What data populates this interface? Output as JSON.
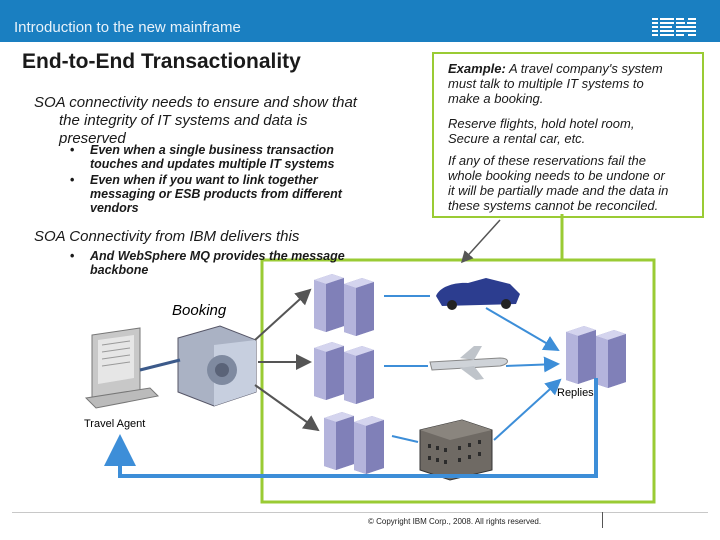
{
  "header": {
    "title": "Introduction to the new mainframe",
    "logo_text": "IBM"
  },
  "slide": {
    "title": "End-to-End Transactionality",
    "bullet1_line1": "SOA connectivity needs to ensure and show that",
    "bullet1_line2": "the integrity of IT systems and data is",
    "bullet1_line3": "preserved",
    "sub1_line1": "Even when a single business transaction",
    "sub1_line2": "touches and updates multiple IT systems",
    "sub2_line1": "Even when if you want to link together",
    "sub2_line2": "messaging or ESB products from different",
    "sub2_line3": "vendors",
    "bullet2": "SOA Connectivity from IBM delivers this",
    "sub3_line1": "And WebSphere MQ provides the message",
    "sub3_line2": "backbone"
  },
  "callout": {
    "p1_label": "Example:",
    "p1_line1": "A travel company's system",
    "p1_line2": "must talk to multiple IT systems to",
    "p1_line3": "make a booking.",
    "p2_line1": "Reserve flights, hold hotel room,",
    "p2_line2": "Secure a rental car, etc.",
    "p3_line1": "If any of these reservations fail the",
    "p3_line2": "whole booking needs to be undone or",
    "p3_line3": "it will be partially made and the data in",
    "p3_line4": "these systems cannot be reconciled."
  },
  "diagram": {
    "booking_label": "Booking",
    "replies_label": "Replies",
    "agent_label": "Travel Agent"
  },
  "footer": {
    "copyright": "© Copyright IBM Corp., 2008. All rights reserved."
  },
  "colors": {
    "header_blue": "#1a7fc1",
    "accent_green": "#9acb34",
    "arrow_blue": "#3d8ed8",
    "server_lavender": "#b4b4dc"
  }
}
